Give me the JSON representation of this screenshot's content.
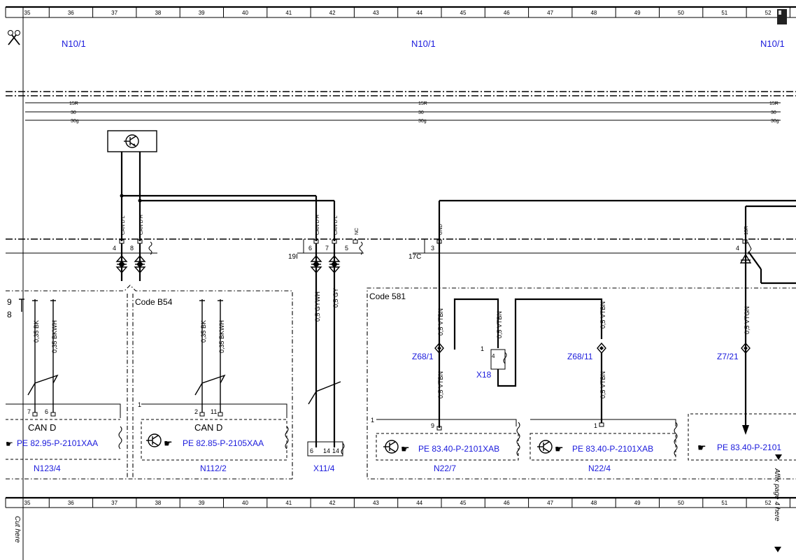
{
  "ruler": {
    "numbers": [
      "35",
      "36",
      "37",
      "38",
      "39",
      "40",
      "41",
      "42",
      "43",
      "44",
      "45",
      "46",
      "47",
      "48",
      "49",
      "50",
      "51",
      "52"
    ]
  },
  "nodes_top": {
    "left": "N10/1",
    "middle": "N10/1",
    "right": "N10/1"
  },
  "bus": {
    "l15r": "15R",
    "l30": "30",
    "l30g": "30g"
  },
  "signals": {
    "can_d_l": "CAN D L",
    "can_d_h": "CAN D H",
    "can_d_h_2": "CAN D H",
    "can_d_l_2": "CAN D L",
    "nc": "NC",
    "gnd": "GND",
    "s15r": "15R"
  },
  "pins": {
    "p4": "4",
    "p8": "8",
    "p6": "6",
    "p7": "7",
    "p5": "5",
    "p3": "3",
    "p4b": "4",
    "c19i": "19I",
    "c17c": "17C",
    "left9": "9",
    "left8": "8",
    "n123_7": "7",
    "n123_6": "6",
    "n112_1": "1",
    "n112_2": "2",
    "n112_11": "11",
    "x11_6": "6",
    "x11_14": "14",
    "x11_14b": "14",
    "x18_1": "1",
    "x18_4": "4",
    "n227_1": "1",
    "n227_9": "9",
    "n224_1": "1"
  },
  "wires": {
    "w1": "0,35 BK",
    "w2": "0,35 BKWH",
    "w3": "0,35 BK",
    "w4": "0,35 BKWH",
    "w5": "0,5 GYWH",
    "w6": "0,5 GY",
    "w7": "0,5 VTBN",
    "w8": "0,5 VTBN",
    "w9": "0,5 VTBN",
    "w10": "0,5 VTGN",
    "w11": "0,5 VTBN",
    "w12": "0,5 VTBN"
  },
  "codes": {
    "b54": "Code B54",
    "c581": "Code 581"
  },
  "connectors": {
    "z68_1": "Z68/1",
    "x18": "X18",
    "z68_11": "Z68/11",
    "z7_21": "Z7/21"
  },
  "modules": {
    "n123": {
      "label": "N123/4",
      "can": "CAN D",
      "ref": "PE 82.95-P-2101XAA"
    },
    "n112": {
      "label": "N112/2",
      "can": "CAN D",
      "ref": "PE 82.85-P-2105XAA"
    },
    "x11": {
      "label": "X11/4"
    },
    "n227": {
      "label": "N22/7",
      "ref": "PE 83.40-P-2101XAB"
    },
    "n224": {
      "label": "N22/4",
      "ref": "PE 83.40-P-2101XAB"
    },
    "right": {
      "ref": "PE 83.40-P-2101"
    }
  },
  "side": {
    "cut_here": "Cut here",
    "affix": "Affix page 4 here"
  }
}
